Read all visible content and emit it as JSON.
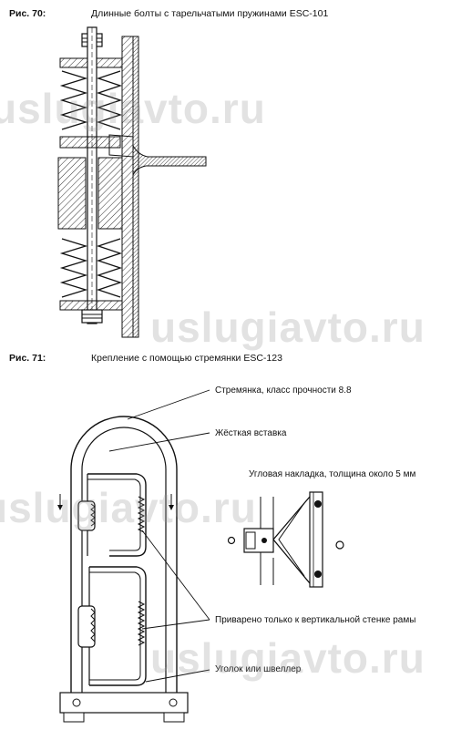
{
  "figures": [
    {
      "number": "Рис. 70:",
      "title": "Длинные болты с тарельчатыми пружинами ESC-101"
    },
    {
      "number": "Рис. 71:",
      "title": "Крепление с помощью стремянки ESC-123",
      "callouts": {
        "u_bolt": "Стремянка, класс прочности 8.8",
        "rigid_insert": "Жёсткая вставка",
        "corner_plate": "Угловая накладка, толщина около 5 мм",
        "welded": "Приварено только к вертикальной стенке рамы",
        "angle_channel": "Уголок или швеллер"
      }
    }
  ],
  "watermark": "uslugiavto.ru",
  "colors": {
    "line": "#111111",
    "hatch": "#333333",
    "watermark": "#969696"
  }
}
